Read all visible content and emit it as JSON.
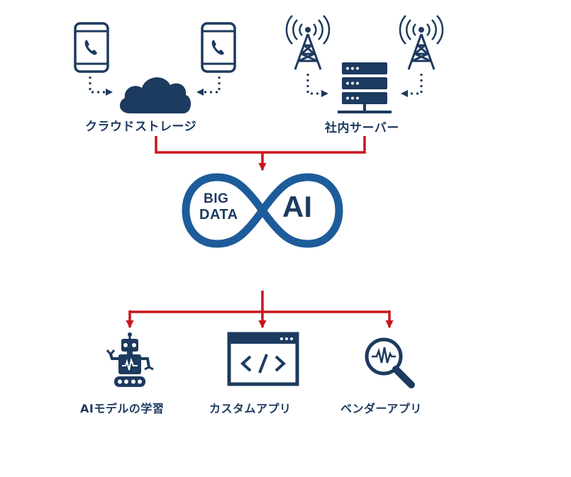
{
  "sources": {
    "cloud_label": "クラウドストレージ",
    "server_label": "社内サーバー"
  },
  "center": {
    "big": "BIG",
    "data": "DATA",
    "ai": "AI"
  },
  "outputs": {
    "ai_learning": "AIモデルの学習",
    "custom_app": "カスタムアプリ",
    "vendor_app": "ベンダーアプリ"
  },
  "colors": {
    "navy": "#1d3a5f",
    "red": "#c8161d"
  },
  "icons": [
    "smartphone-icon",
    "smartphone-icon",
    "cloud-icon",
    "cell-tower-icon",
    "cell-tower-icon",
    "server-icon",
    "robot-icon",
    "code-window-icon",
    "magnifier-waveform-icon"
  ]
}
